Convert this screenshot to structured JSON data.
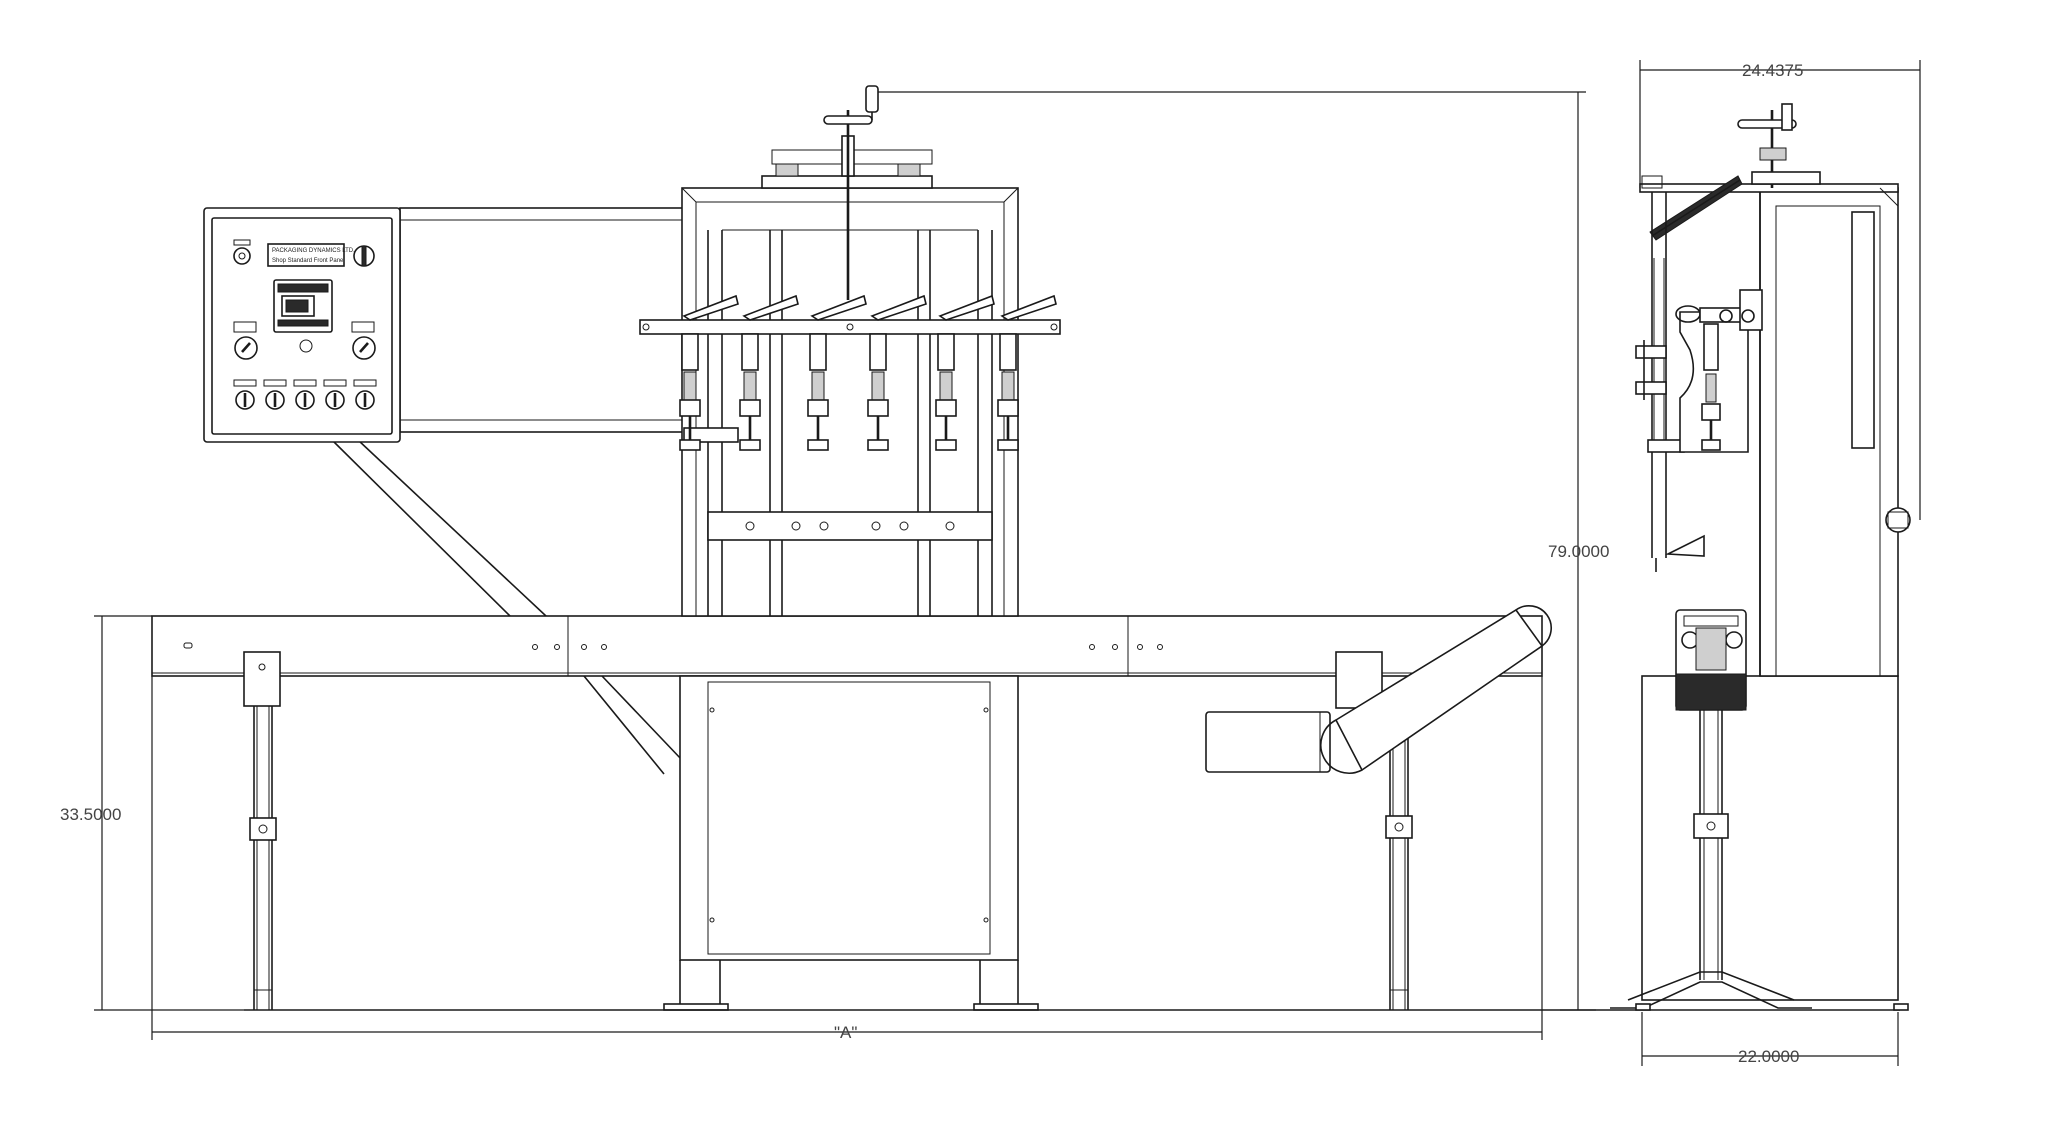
{
  "dimensions": {
    "overall_height": "79.0000",
    "conveyor_height": "33.5000",
    "length": "\"A\"",
    "top_width": "24.4375",
    "base_width": "22.0000"
  },
  "control_panel": {
    "nameplate_line1": "PACKAGING DYNAMICS LTD.",
    "nameplate_line2": "Shop    Standard Front Panel"
  }
}
